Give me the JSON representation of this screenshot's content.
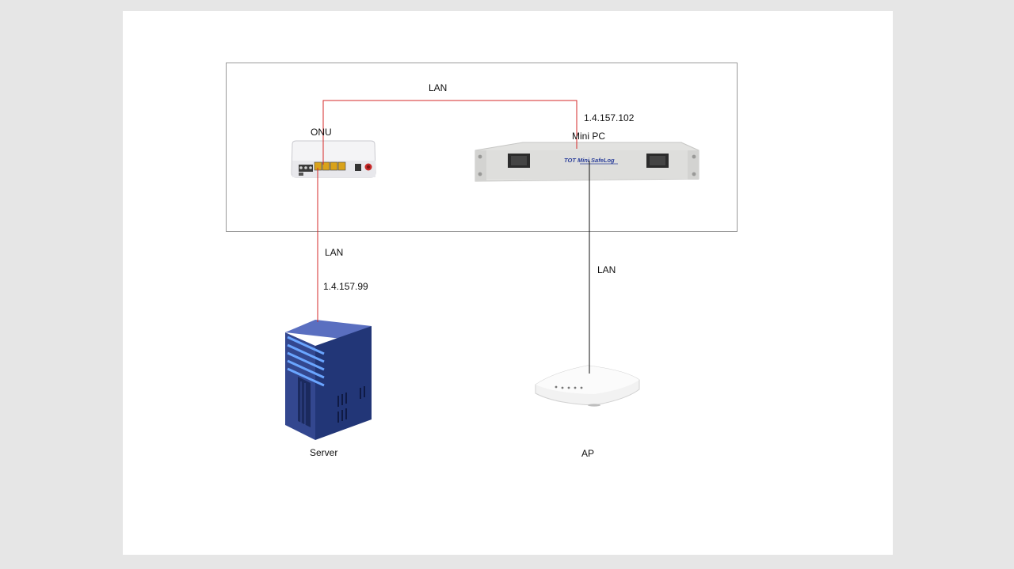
{
  "colors": {
    "page_background": "#e6e6e6",
    "slide": "#ffffff",
    "frame_border": "#9a9a9a",
    "link_red": "#d62828",
    "link_black": "#111111",
    "server_blue": "#2f4592",
    "server_light": "#6aa5ff"
  },
  "diagram": {
    "nodes": {
      "onu": {
        "label": "ONU",
        "icon": "onu-router-icon"
      },
      "mini_pc": {
        "label": "Mini PC",
        "ip": "1.4.157.102",
        "icon": "rack-mini-pc-icon",
        "brand_text": "TOT  Mini SafeLog"
      },
      "server": {
        "label": "Server",
        "ip": "1.4.157.99",
        "icon": "server-tower-icon"
      },
      "ap": {
        "label": "AP",
        "icon": "access-point-icon"
      }
    },
    "links": [
      {
        "from": "ONU",
        "to": "Mini PC",
        "label": "LAN",
        "color": "#d62828"
      },
      {
        "from": "ONU",
        "to": "Server",
        "label": "LAN",
        "color": "#d62828"
      },
      {
        "from": "Mini PC",
        "to": "AP",
        "label": "LAN",
        "color": "#111111"
      }
    ]
  }
}
